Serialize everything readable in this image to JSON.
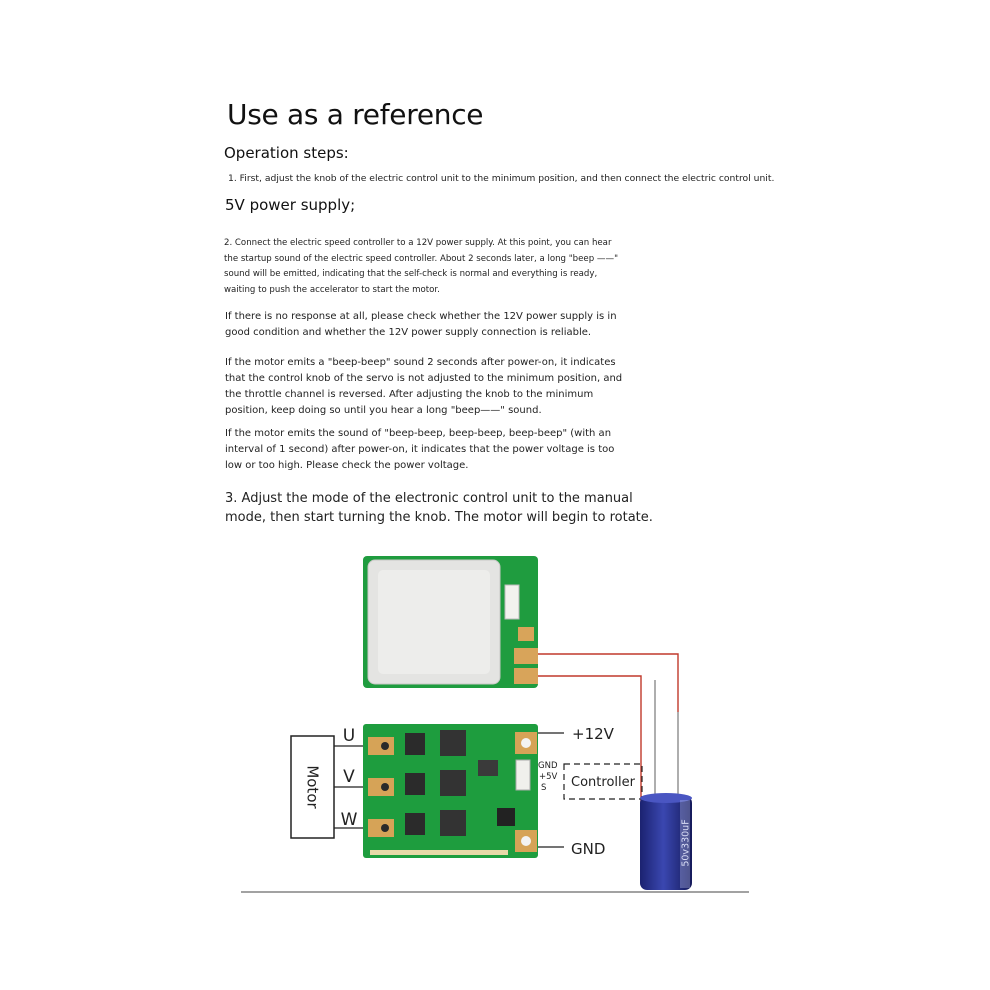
{
  "heading": "Use as a reference",
  "operation_steps": "Operation steps:",
  "step1": "1. First, adjust the knob of the electric control unit to the minimum position, and then connect the electric control unit.",
  "power_supply": "5V power supply;",
  "step2_lines": [
    "2. Connect the electric speed controller to a 12V power supply. At this point, you can hear",
    "the startup sound of the electric speed controller. About 2 seconds later, a long \"beep ——\"",
    " sound will be emitted, indicating that the self-check is normal and everything is ready,",
    "waiting to push the accelerator to start the motor."
  ],
  "no_response_lines": [
    "If there is no response at all, please check whether the 12V power supply is in",
    "good condition and whether the 12V power supply connection is reliable."
  ],
  "beep_beep_lines": [
    "If the motor emits a \"beep-beep\" sound 2 seconds after power-on, it indicates",
    "that the control knob of the servo is not adjusted to the minimum position, and",
    "the throttle channel is reversed. After adjusting the knob to the minimum",
    "position, keep doing so until you hear a long \"beep——\" sound."
  ],
  "voltage_lines": [
    "If the motor emits the sound of \"beep-beep, beep-beep, beep-beep\" (with an",
    "interval of 1 second) after power-on, it indicates that the power voltage is too",
    "low or too high. Please check the power voltage."
  ],
  "step3_lines": [
    "3. Adjust the mode of the electronic control unit to the manual",
    "mode, then start turning the knob. The motor will begin to rotate."
  ],
  "diagram": {
    "motor_label": "Motor",
    "phase_u": "U",
    "phase_v": "V",
    "phase_w": "W",
    "plus12v": "+12V",
    "gnd_pin": "GND",
    "plus5v_pin": "+5V",
    "s_pin": "S",
    "controller_label": "Controller",
    "gnd_label": "GND",
    "capacitor_text": "50v330uF"
  },
  "colors": {
    "pcb_green": "#1e9d3e",
    "wire_red": "#c0392b",
    "capacitor_blue": "#27308a"
  }
}
